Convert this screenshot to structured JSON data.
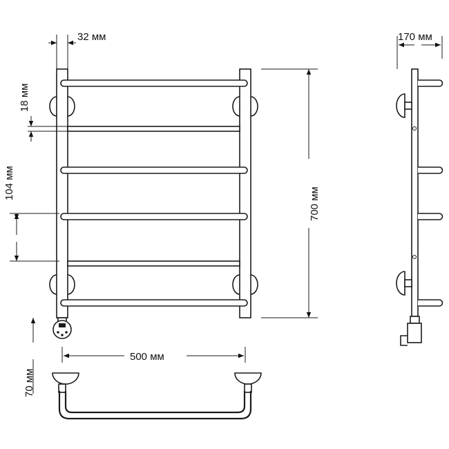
{
  "dimensions": {
    "top_width": "32 мм",
    "side_depth": "170 мм",
    "gap": "18 мм",
    "rung_spacing": "104 мм",
    "height": "700 мм",
    "bottom_offset": "70 мм",
    "width": "500 мм"
  },
  "colors": {
    "line": "#1a1a1a",
    "background": "#ffffff"
  }
}
